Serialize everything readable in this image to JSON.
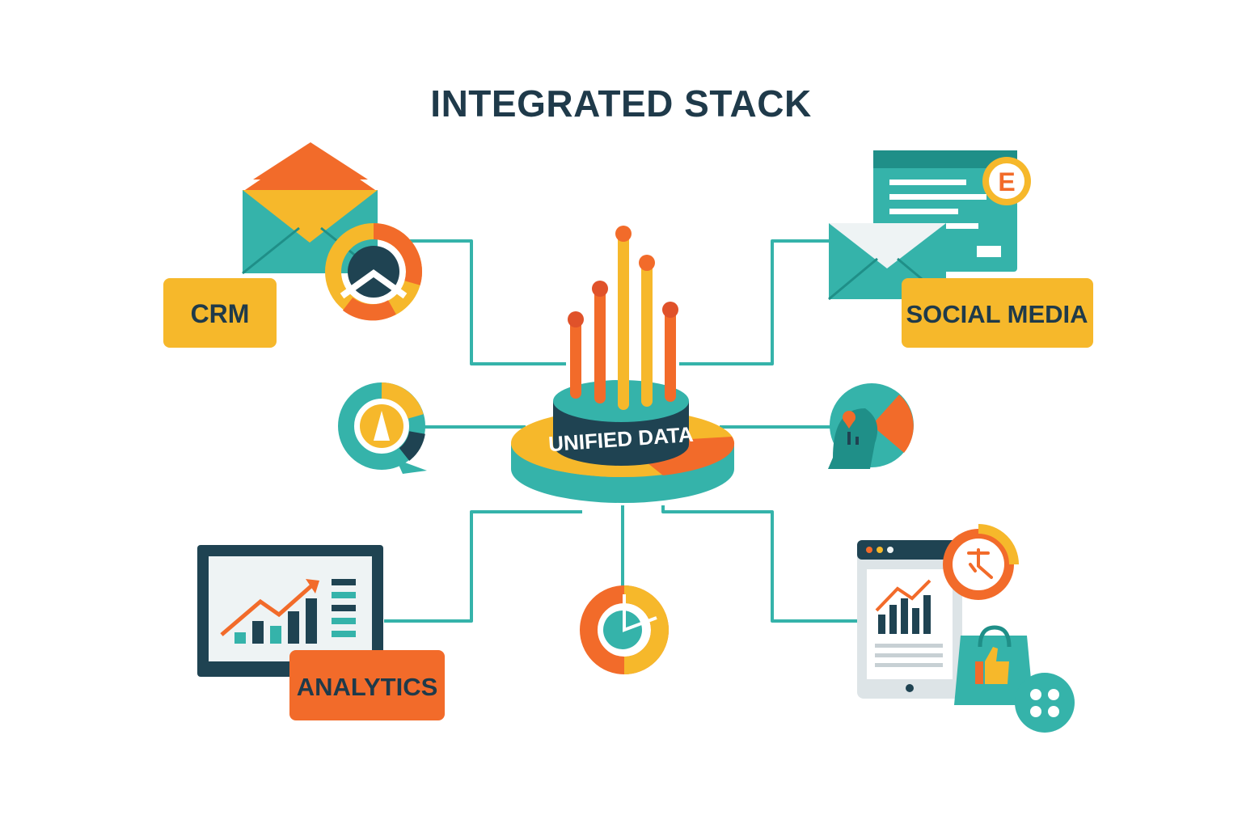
{
  "title": "INTEGRATED STACK",
  "hub": {
    "label": "UNIFIED DATA"
  },
  "nodes": {
    "crm": {
      "label": "CRM"
    },
    "social": {
      "label": "SOCIAL MEDIA",
      "badge_letter": "E"
    },
    "analytics": {
      "label": "ANALYTICS"
    }
  },
  "colors": {
    "teal": "#35b3aa",
    "navy": "#1f4352",
    "orange": "#f26b2a",
    "yellow": "#f6b82b",
    "light": "#eef3f4"
  }
}
